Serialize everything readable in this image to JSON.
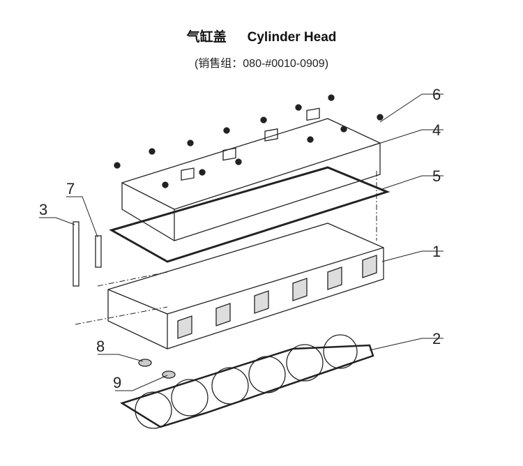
{
  "title": {
    "zh": "气缸盖",
    "en": "Cylinder Head"
  },
  "subtitle": "(销售组：080-#0010-0909)",
  "callouts": [
    "1",
    "2",
    "3",
    "4",
    "5",
    "6",
    "7",
    "8",
    "9"
  ]
}
